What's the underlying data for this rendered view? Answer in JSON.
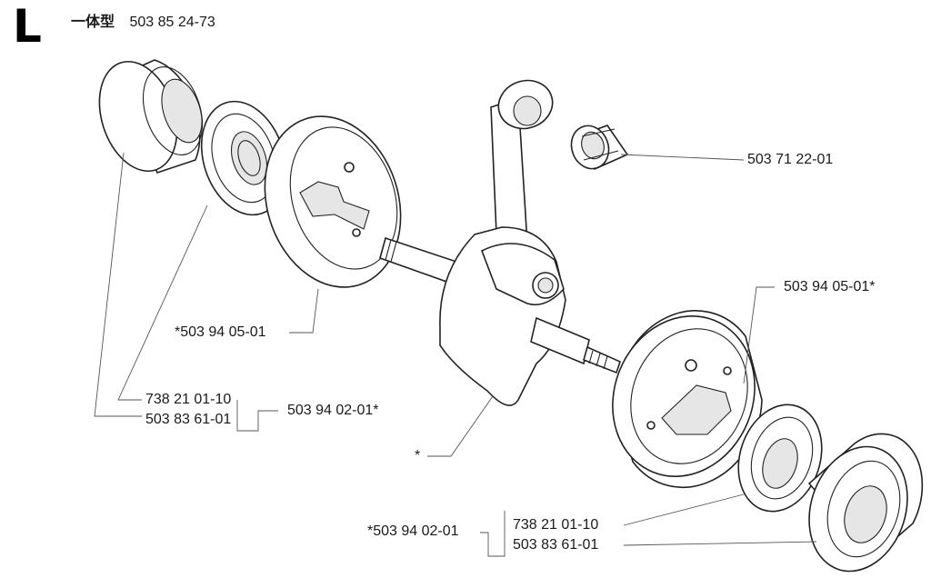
{
  "header": {
    "section_letter": "L",
    "type_label": "一体型",
    "assembly_number": "503 85 24-73"
  },
  "labels": {
    "needle_bearing": "503 71 22-01",
    "left_crankcase_half": "*503 94 05-01",
    "right_crankcase_half": "503 94 05-01*",
    "left_bearing": "738 21 01-10",
    "left_seal": "503 83 61-01",
    "left_kit": "503 94 02-01*",
    "crankshaft": "*",
    "right_kit": "*503 94 02-01",
    "right_bearing": "738 21 01-10",
    "right_seal": "503 83 61-01"
  }
}
